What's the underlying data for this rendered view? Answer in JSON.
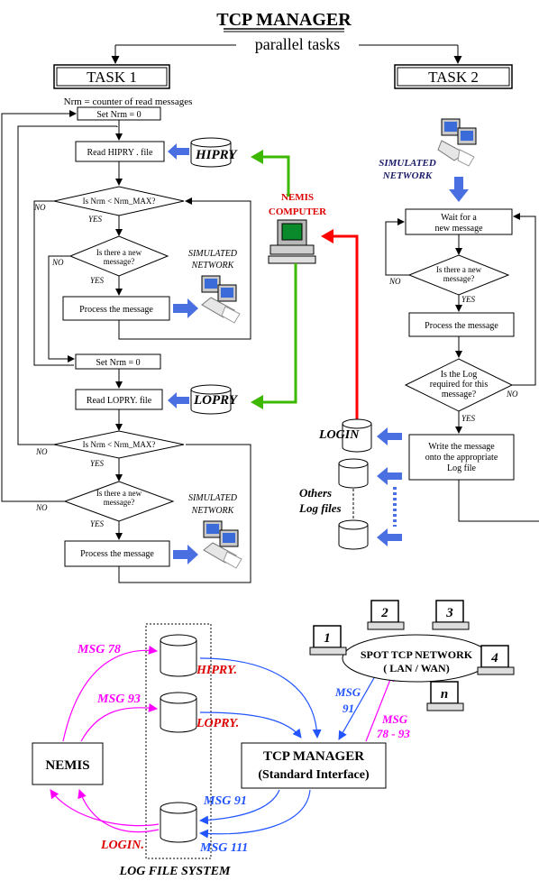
{
  "title": "TCP MANAGER",
  "subtitle": "parallel tasks",
  "task1": {
    "label": "TASK 1",
    "note": "Nrm = counter of read messages",
    "set_nrm_top": "Set Nrm = 0",
    "read_hipry": "Read HIPRY . file",
    "cond1": "Is Nrm < Nrm_MAX?",
    "cond2_line1": "Is there a new",
    "cond2_line2": "message?",
    "process1": "Process the message",
    "set_nrm_mid": "Set Nrm = 0",
    "read_lopry": "Read LOPRY. file",
    "cond3": "Is Nrm < Nrm_MAX?",
    "cond4_line1": "Is there a new",
    "cond4_line2": "message?",
    "process2": "Process the message",
    "yes": "YES",
    "no": "NO"
  },
  "task2": {
    "label": "TASK 2",
    "wait_line1": "Wait for a",
    "wait_line2": "new message",
    "cond_new_line1": "Is there a new",
    "cond_new_line2": "message?",
    "process": "Process the message",
    "log_line1": "Is the Log",
    "log_line2": "required for this",
    "log_line3": "message?",
    "write_line1": "Write the message",
    "write_line2": "onto the appropriate",
    "write_line3": "Log file",
    "yes": "YES",
    "no": "NO"
  },
  "sim_net_line1": "SIMULATED",
  "sim_net_line2": "NETWORK",
  "sim_net_upper_line1": "SIMULATED",
  "sim_net_upper_line2": "NETWORK",
  "files": {
    "hipry": "HIPRY",
    "lopry": "LOPRY",
    "login": "LOGIN",
    "others_line1": "Others",
    "others_line2": "Log files"
  },
  "nemis_computer_line1": "NEMIS",
  "nemis_computer_line2": "COMPUTER",
  "bottom": {
    "msg78": "MSG 78",
    "msg93": "MSG 93",
    "hipry": "HIPRY.",
    "lopry": "LOPRY.",
    "nemis": "NEMIS",
    "tcp_line1": "TCP MANAGER",
    "tcp_line2": "(Standard Interface)",
    "msg91_left": "MSG 91",
    "msg111": "MSG 111",
    "login": "LOGIN.",
    "log_system": "LOG FILE SYSTEM",
    "msg91_right_line1": "MSG",
    "msg91_right_line2": "91",
    "msg7893_line1": "MSG",
    "msg7893_line2": "78 - 93",
    "spot_line1": "SPOT TCP NETWORK",
    "spot_line2": "( LAN / WAN)",
    "terminal_1": "1",
    "terminal_2": "2",
    "terminal_3": "3",
    "terminal_4": "4",
    "terminal_n": "n"
  },
  "colors": {
    "blue_arrow": "#4a6fe0",
    "green": "#3cb800",
    "red": "#ff0000",
    "magenta": "#ff00ff",
    "blue_text": "#2255ff",
    "dark_red": "#dd0000"
  }
}
